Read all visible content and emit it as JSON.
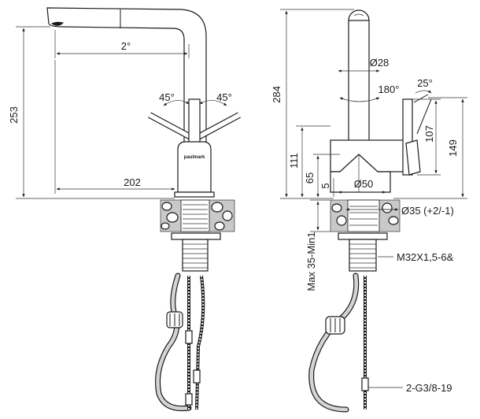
{
  "brand": "paulmark",
  "left_view": {
    "dims": {
      "spout_reach": "2°",
      "total_height": "253",
      "base_reach": "202",
      "lever_left_angle": "45°",
      "lever_right_angle": "45°"
    }
  },
  "right_view": {
    "dims": {
      "overall_height": "284",
      "body_diameter": "Ø28",
      "rotation": "180°",
      "lever_tilt": "25°",
      "lever_height": "107",
      "lever_top_height": "149",
      "body_height": "111",
      "base_height": "65",
      "base_plate": "5",
      "base_diameter": "Ø50",
      "hole_diameter": "Ø35 (+2/-1)",
      "thread": "M32X1,5-6&",
      "counter_thickness": "Max 35-Min1",
      "connection": "2-G3/8-19"
    }
  },
  "colors": {
    "line": "#1a1a1a",
    "hose": "#d4d4d4",
    "stone": "#c9c9c9"
  }
}
